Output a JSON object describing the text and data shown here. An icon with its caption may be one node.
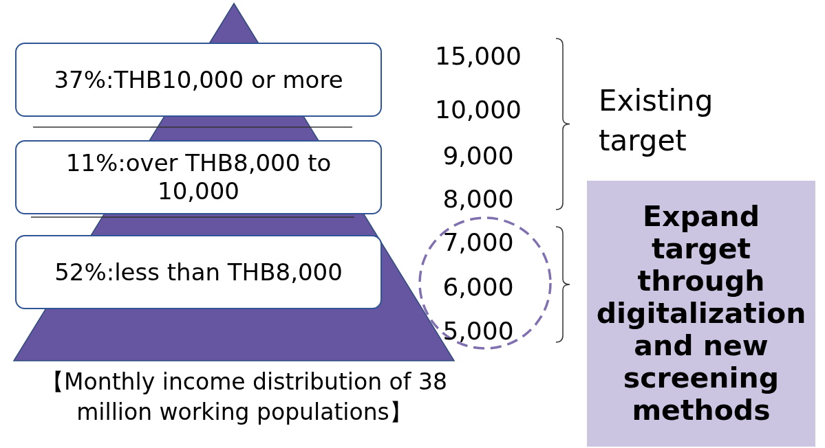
{
  "diagram": {
    "caption": "【Monthly income distribution of 38 million working populations】",
    "nodes": [
      {
        "text": [
          "37%:THB10,000 or more"
        ]
      },
      {
        "text": [
          "11%:over THB8,000 to 10,000"
        ]
      },
      {
        "text": [
          "52%:less than THB8,000"
        ]
      },
      {
        "text": [
          "Expand target through digitalization and new screening methods"
        ]
      }
    ],
    "edges": [],
    "labels": [
      "15,000",
      "10,000",
      "9,000",
      "8,000",
      "7,000",
      "6,000",
      "5,000",
      "Existing target"
    ]
  }
}
